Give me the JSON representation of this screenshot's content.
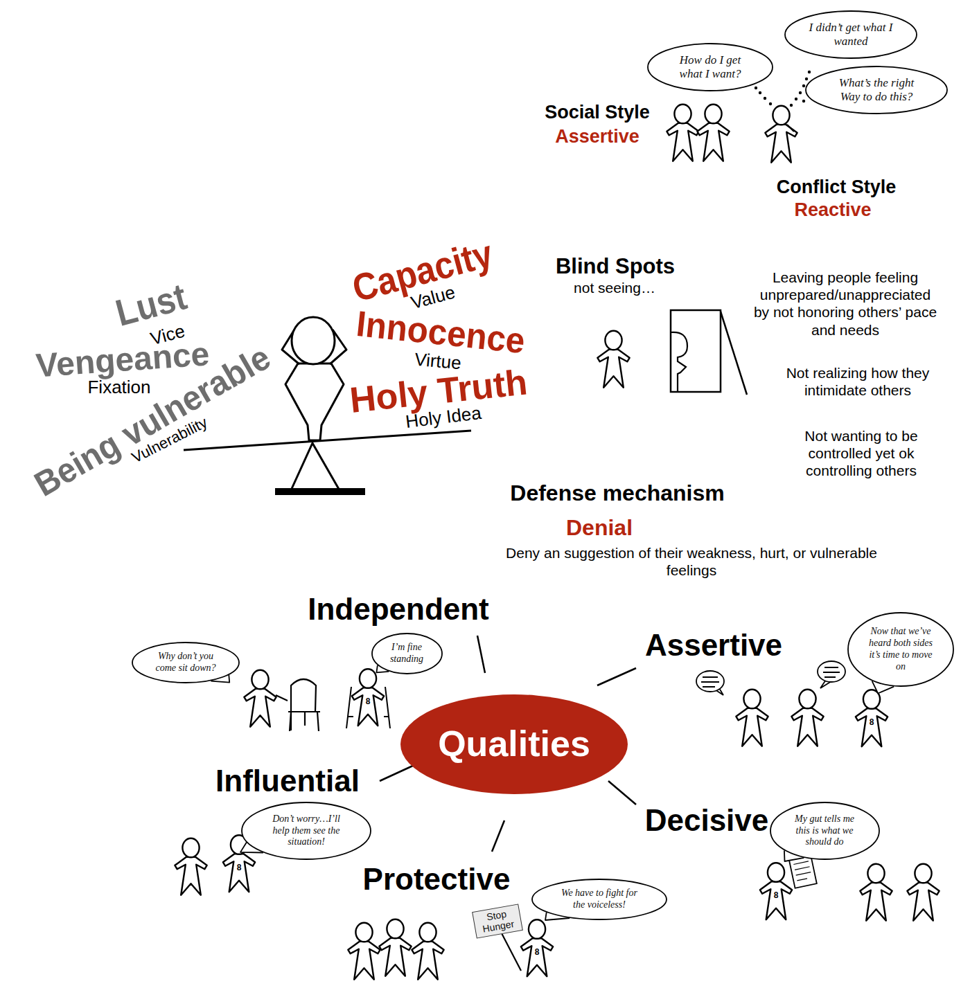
{
  "diagram": {
    "nodes": [
      {
        "text": [
          "How do I get what I want?"
        ]
      },
      {
        "text": [
          "I didn’t get what I wanted"
        ]
      },
      {
        "text": [
          "What’s the right Way to do this?"
        ]
      },
      {
        "text": [
          "Why don’t you come sit down?"
        ]
      },
      {
        "text": [
          "I’m fine standing"
        ]
      },
      {
        "text": [
          "Now that we’ve heard both sides it’s time to move on"
        ]
      },
      {
        "text": [
          "Qualities"
        ]
      },
      {
        "text": [
          "Don’t worry…I’ll help them see the situation!"
        ]
      },
      {
        "text": [
          "My gut tells me this is what we should do"
        ]
      },
      {
        "text": [
          "Stop Hunger"
        ]
      },
      {
        "text": [
          "We have to fight for the voiceless!"
        ]
      }
    ],
    "labels": [
      "Social Style",
      "Assertive",
      "Conflict Style",
      "Reactive",
      "Lust",
      "Vice",
      "Vengeance",
      "Fixation",
      "Being vulnerable",
      "Vulnerability",
      "Capacity",
      "Value",
      "Innocence",
      "Virtue",
      "Holy Truth",
      "Holy Idea",
      "Blind Spots",
      "not seeing…",
      "Leaving people feeling unprepared/unappreciated by not honoring others’ pace and needs",
      "Not realizing how they intimidate others",
      "Not wanting to be controlled yet ok controlling others",
      "Defense mechanism",
      "Denial",
      "Deny an suggestion of their weakness, hurt, or vulnerable feelings",
      "Independent",
      "Assertive",
      "Influential",
      "Protective",
      "Decisive",
      "8",
      "8",
      "8",
      "8",
      "8"
    ]
  }
}
